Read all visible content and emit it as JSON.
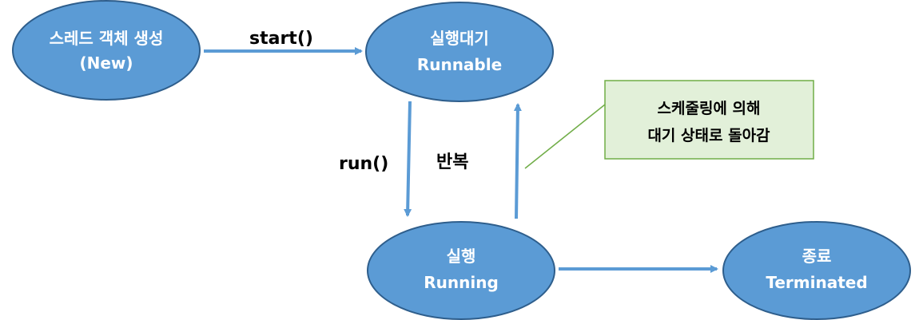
{
  "nodes": {
    "new": {
      "line1": "스레드 객체 생성",
      "line2": "(New)"
    },
    "runnable": {
      "line1": "실행대기",
      "line2": "Runnable"
    },
    "running": {
      "line1": "실행",
      "line2": "Running"
    },
    "terminated": {
      "line1": "종료",
      "line2": "Terminated"
    }
  },
  "edges": {
    "start": "start()",
    "run": "run()",
    "repeat": "반복"
  },
  "callout": {
    "line1": "스케줄링에 의해",
    "line2": "대기 상태로 돌아감"
  },
  "colors": {
    "node_fill": "#5B9BD5",
    "node_stroke": "#2E5E8C",
    "arrow": "#5B9BD5",
    "callout_fill": "#E2F0D9",
    "callout_stroke": "#70AD47"
  }
}
